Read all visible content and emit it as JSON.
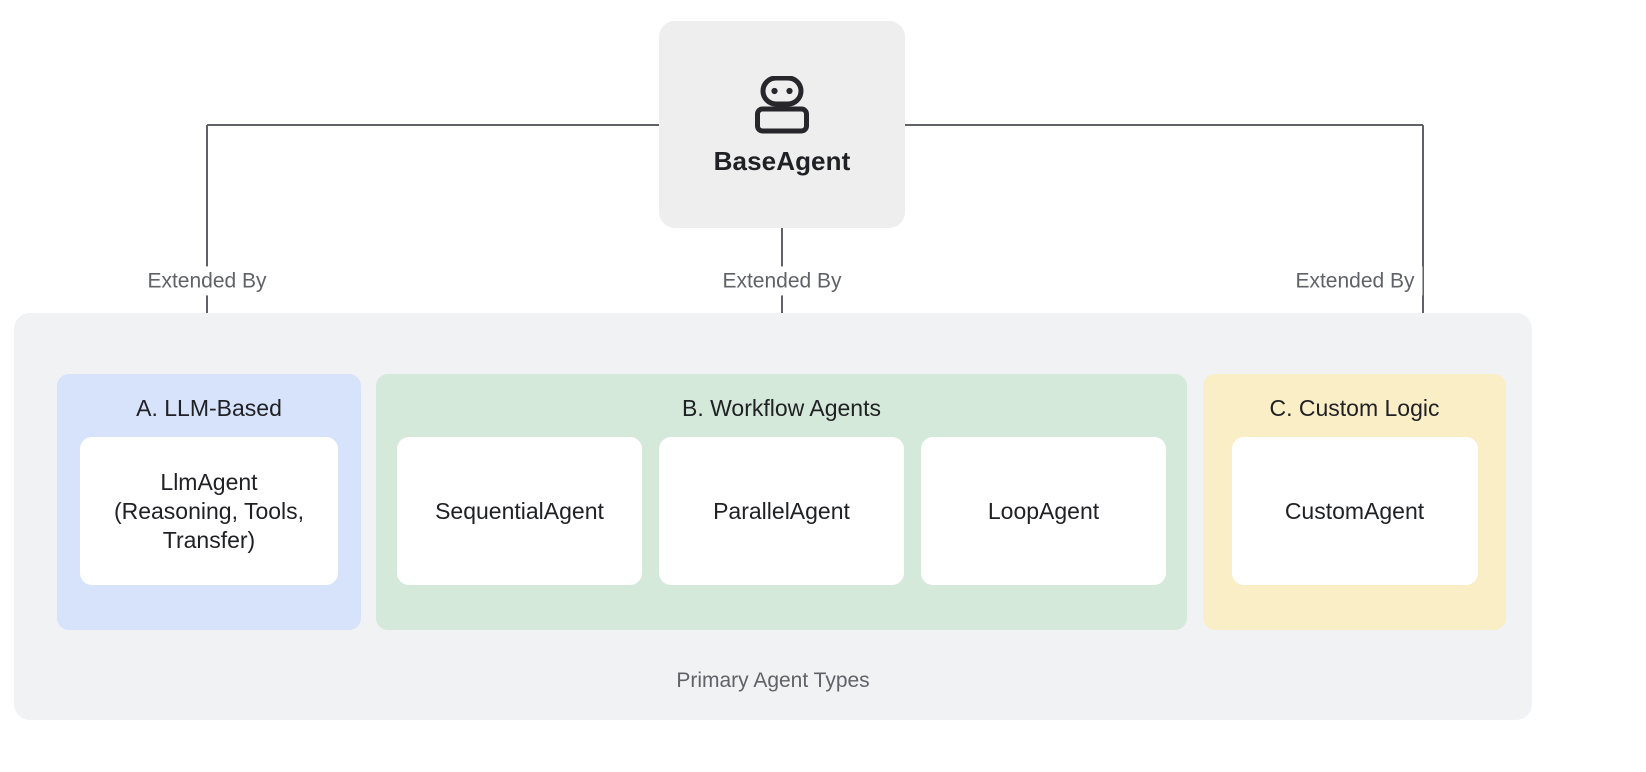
{
  "diagram": {
    "root": {
      "label": "BaseAgent",
      "icon": "robot-icon",
      "bg_color": "#eeeeee"
    },
    "edge_label": "Extended By",
    "edges": [
      {
        "label": "Extended By",
        "target": "A. LLM-Based"
      },
      {
        "label": "Extended By",
        "target": "B. Workflow Agents"
      },
      {
        "label": "Extended By",
        "target": "C. Custom Logic"
      }
    ],
    "group": {
      "caption": "Primary Agent Types",
      "bg_color": "#f1f2f4"
    },
    "categories": [
      {
        "id": "a",
        "title": "A. LLM-Based",
        "bg_color": "#d7e3fb",
        "cards": [
          {
            "label": "LlmAgent\n(Reasoning, Tools,\nTransfer)"
          }
        ]
      },
      {
        "id": "b",
        "title": "B. Workflow Agents",
        "bg_color": "#d4e9da",
        "cards": [
          {
            "label": "SequentialAgent"
          },
          {
            "label": "ParallelAgent"
          },
          {
            "label": "LoopAgent"
          }
        ]
      },
      {
        "id": "c",
        "title": "C. Custom Logic",
        "bg_color": "#faeec7",
        "cards": [
          {
            "label": "CustomAgent"
          }
        ]
      }
    ],
    "colors": {
      "connector": "#5f6368",
      "text_primary": "#202124",
      "text_muted": "#5f6368",
      "card_surface": "#ffffff"
    }
  }
}
